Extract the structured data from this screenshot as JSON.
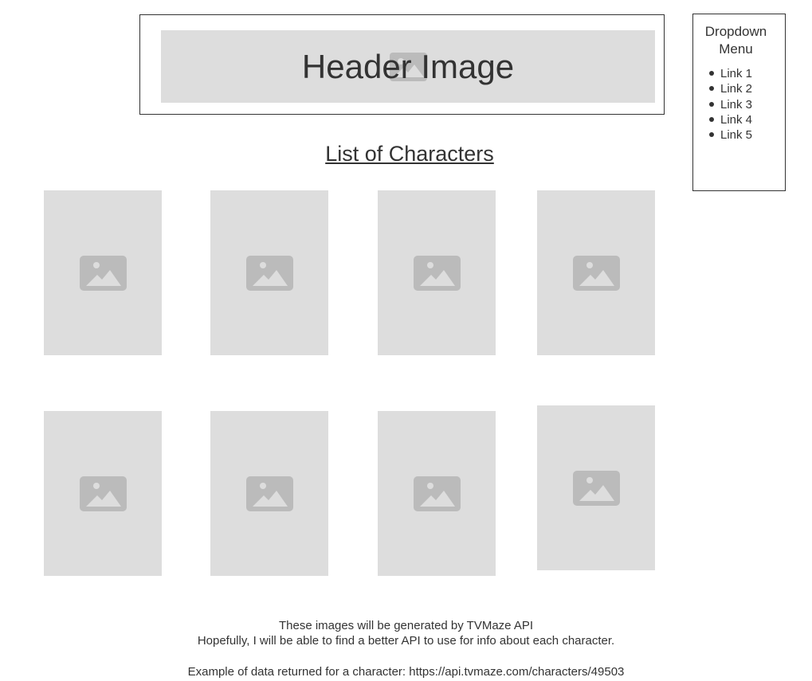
{
  "header": {
    "title": "Header Image"
  },
  "dropdown": {
    "title_line1": "Dropdown",
    "title_line2": "Menu",
    "links": [
      "Link 1",
      "Link 2",
      "Link 3",
      "Link 4",
      "Link 5"
    ]
  },
  "main": {
    "list_title": "List of Characters",
    "cards": [
      {
        "icon": "image-placeholder-icon"
      },
      {
        "icon": "image-placeholder-icon"
      },
      {
        "icon": "image-placeholder-icon"
      },
      {
        "icon": "image-placeholder-icon"
      },
      {
        "icon": "image-placeholder-icon"
      },
      {
        "icon": "image-placeholder-icon"
      },
      {
        "icon": "image-placeholder-icon"
      },
      {
        "icon": "image-placeholder-icon"
      }
    ]
  },
  "footer": {
    "line1": "These images will be generated by TVMaze API",
    "line2": "Hopefully, I will be able to find a better API to use for info about each character.",
    "line3": "Example of data returned for a character: https://api.tvmaze.com/characters/49503"
  },
  "colors": {
    "placeholder_fill": "#dddddd",
    "placeholder_icon": "#bbbbbb",
    "text": "#333333",
    "border": "#333333"
  }
}
